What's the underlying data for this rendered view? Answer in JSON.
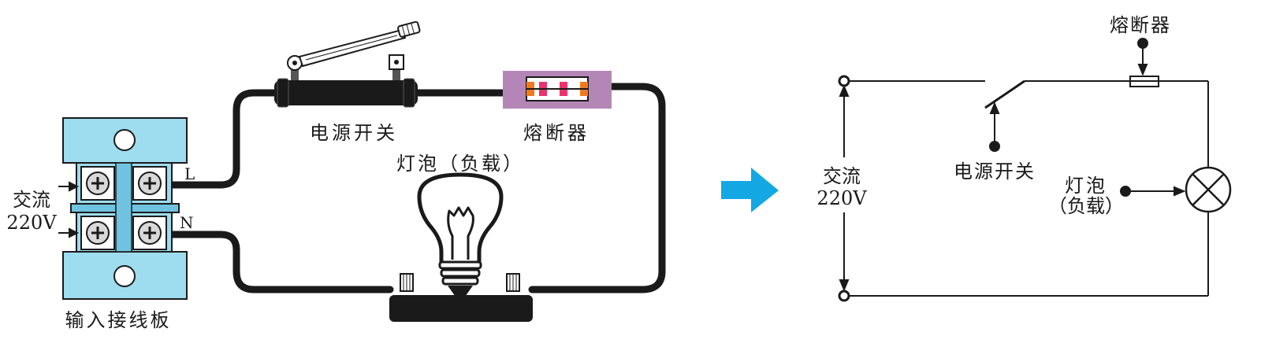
{
  "pictorial": {
    "power_switch_label": "电源开关",
    "fuse_label": "熔断器",
    "bulb_label": "灯泡（负载）",
    "terminal_board_label": "输入接线板",
    "ac_label_line1": "交流",
    "ac_label_line2": "220V",
    "live_label": "L",
    "neutral_label": "N"
  },
  "schematic": {
    "fuse_label": "熔断器",
    "switch_label": "电源开关",
    "ac_label_line1": "交流",
    "ac_label_line2": "220V",
    "bulb_label_line1": "灯泡",
    "bulb_label_line2": "（负载）"
  },
  "colors": {
    "wire": "#1a1a1a",
    "terminal_board": "#9edcf0",
    "terminal_board_dark": "#6fc3e0",
    "fuse_body": "#b486b8",
    "fuse_band_red": "#e8336e",
    "fuse_band_orange": "#f07b1d",
    "arrow": "#13a8e4",
    "screw_face": "#d8d8d8"
  },
  "icons": {
    "transition_arrow": "arrow-right-icon",
    "bulb_symbol": "lamp-symbol-icon",
    "screw": "cross-screw-icon"
  }
}
